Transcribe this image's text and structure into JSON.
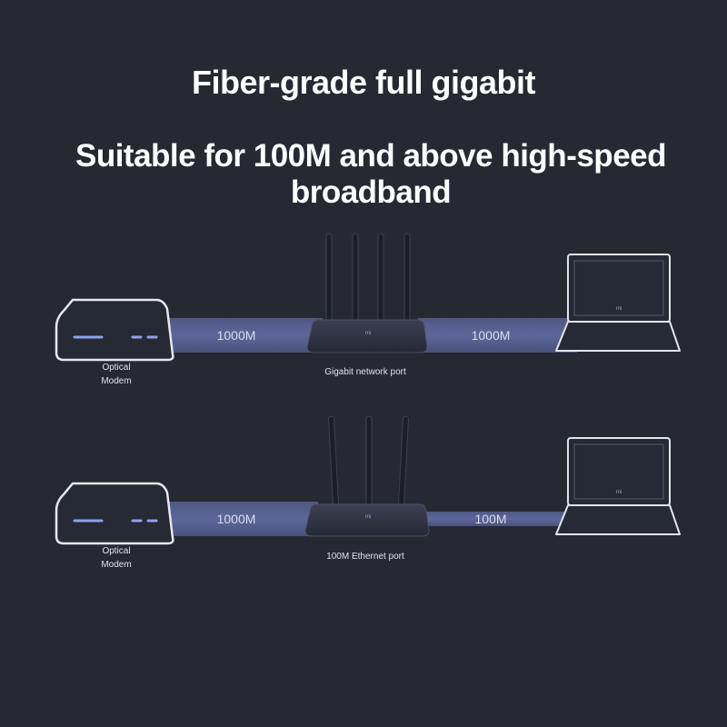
{
  "header": {
    "title": "Fiber-grade full gigabit",
    "subtitle": "Suitable for 100M and above high-speed broadband"
  },
  "colors": {
    "background": "#262932",
    "link_band": "#5a6494",
    "device_body": "#2d3140",
    "indicator": "#8ea2e6"
  },
  "scenarios": [
    {
      "modem_label_line1": "Optical",
      "modem_label_line2": "Modem",
      "link_left_label": "1000M",
      "router_caption": "Gigabit network port",
      "link_right_label": "1000M",
      "router_logo": "mi",
      "laptop_logo": "mi"
    },
    {
      "modem_label_line1": "Optical",
      "modem_label_line2": "Modem",
      "link_left_label": "1000M",
      "router_caption": "100M Ethernet port",
      "link_right_label": "100M",
      "router_logo": "mi",
      "laptop_logo": "mi"
    }
  ]
}
